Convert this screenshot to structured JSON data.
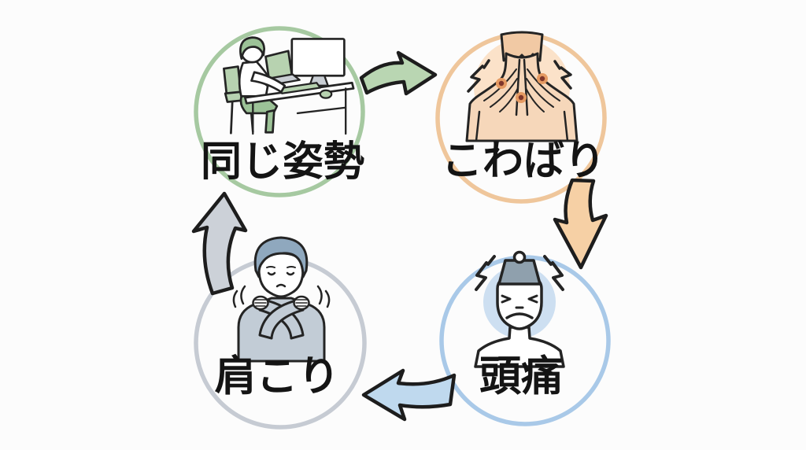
{
  "canvas": {
    "background": "#fcfcfc",
    "outline_color": "#1d1d1d"
  },
  "diagram": {
    "type": "cycle",
    "nodes": [
      {
        "id": "same-posture",
        "label": "同じ姿勢",
        "ring_color": "#a6c9a1",
        "illustration": "person-working-at-desk-icon",
        "illustration_colors": {
          "accent": "#b7d2b0",
          "hair": "#9cc297",
          "hardware": "#c9ced4"
        }
      },
      {
        "id": "stiffness",
        "label": "こわばり",
        "ring_color": "#efc69b",
        "illustration": "stiff-neck-muscles-icon",
        "illustration_colors": {
          "background": "#fbe2c9",
          "skin": "#f6d7ba",
          "hair": "#f1c9a4",
          "trigger_point": "#7e352a",
          "trigger_halo": "#e59a62"
        }
      },
      {
        "id": "headache",
        "label": "頭痛",
        "ring_color": "#a9c9e8",
        "illustration": "weight-on-head-icon",
        "illustration_colors": {
          "background": "#cddff1",
          "weight": "#8fa0ad"
        }
      },
      {
        "id": "shoulder-stiffness",
        "label": "肩こり",
        "ring_color": "#c6cbd3",
        "illustration": "person-holding-shoulders-icon",
        "illustration_colors": {
          "hair": "#8fa8be",
          "sweater": "#c2ccd6"
        }
      }
    ],
    "arrows": [
      {
        "from": "same-posture",
        "to": "stiffness",
        "direction": "right",
        "fill": "#b9d6b2"
      },
      {
        "from": "stiffness",
        "to": "headache",
        "direction": "down",
        "fill": "#f6d0a5"
      },
      {
        "from": "headache",
        "to": "shoulder-stiffness",
        "direction": "left",
        "fill": "#bfd9ee"
      },
      {
        "from": "shoulder-stiffness",
        "to": "same-posture",
        "direction": "up",
        "fill": "#ccd1d8"
      }
    ]
  }
}
